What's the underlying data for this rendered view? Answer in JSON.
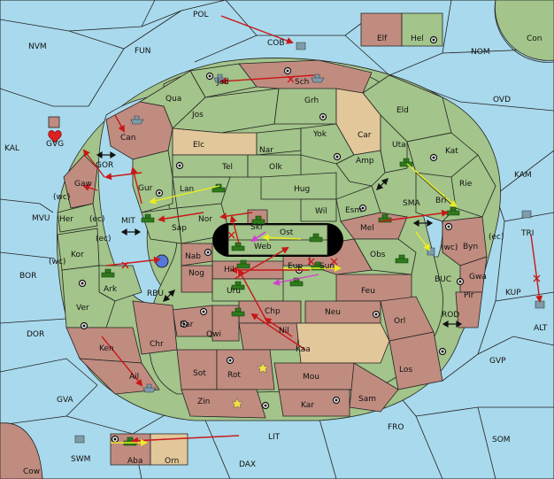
{
  "map": {
    "sea_labels": {
      "POL": "POL",
      "NVM": "NVM",
      "FUN": "FUN",
      "COB": "COB",
      "NOM": "NOM",
      "Con": "Con",
      "OVD": "OVD",
      "KAL": "KAL",
      "GVG": "GVG",
      "KAM": "KAM",
      "MVU": "MVU",
      "BOR": "BOR",
      "DOR": "DOR",
      "GVA": "GVA",
      "Cow": "Cow",
      "SWM": "SWM",
      "DAX": "DAX",
      "LIT": "LIT",
      "FRO": "FRO",
      "SOM": "SOM",
      "GVP": "GVP",
      "ALT": "ALT",
      "KUP": "KUP",
      "TRI": "TRI",
      "BUC": "BUC",
      "ROD": "ROD",
      "SMA": "SMA",
      "MIT": "MIT",
      "RBU": "RBU",
      "GOR": "GOR"
    },
    "land_labels": {
      "Elf": "Elf",
      "Hel": "Hel",
      "Jad": "Jad",
      "Sch": "Sch",
      "Qua": "Qua",
      "Jos": "Jos",
      "Grh": "Grh",
      "Eld": "Eld",
      "Can": "Can",
      "Elc": "Elc",
      "Nar": "Nar",
      "Yok": "Yok",
      "Car": "Car",
      "Uta": "Uta",
      "Kat": "Kat",
      "Tel": "Tel",
      "Olk": "Olk",
      "Amp": "Amp",
      "Gaw": "Gaw",
      "Gur": "Gur",
      "Lan": "Lan",
      "Hug": "Hug",
      "Rie": "Rie",
      "Her": "Her",
      "Wil": "Wil",
      "Esm": "Esm",
      "Bri": "Bri",
      "Nor": "Nor",
      "Skr": "Skr",
      "Sap": "Sap",
      "Mel": "Mel",
      "Ost": "Ost",
      "Web": "Web",
      "Byn": "Byn",
      "Kor": "Kor",
      "Nab": "Nab",
      "Obs": "Obs",
      "Eup": "Eup",
      "Sun": "Sun",
      "Gwa": "Gwa",
      "Hil": "Hil",
      "Nog": "Nog",
      "Ark": "Ark",
      "Pir": "Pir",
      "Uru": "Uru",
      "Feu": "Feu",
      "Ver": "Ver",
      "Chp": "Chp",
      "Neu": "Neu",
      "Bar": "Bar",
      "Orl": "Orl",
      "Qwi": "Qwi",
      "Nil": "Nil",
      "Chr": "Chr",
      "Ken": "Ken",
      "Kaa": "Kaa",
      "Los": "Los",
      "Sot": "Sot",
      "Rot": "Rot",
      "Ail": "Ail",
      "Mou": "Mou",
      "Sam": "Sam",
      "Zin": "Zin",
      "Kar": "Kar",
      "Aba": "Aba",
      "Orn": "Orn"
    },
    "coast_tags": {
      "wc1": "(wc)",
      "ec1": "(ec)",
      "ec2": "(ec)",
      "wc2": "(wc)",
      "wc3": "(wc)",
      "ec3": "(ec)"
    }
  }
}
